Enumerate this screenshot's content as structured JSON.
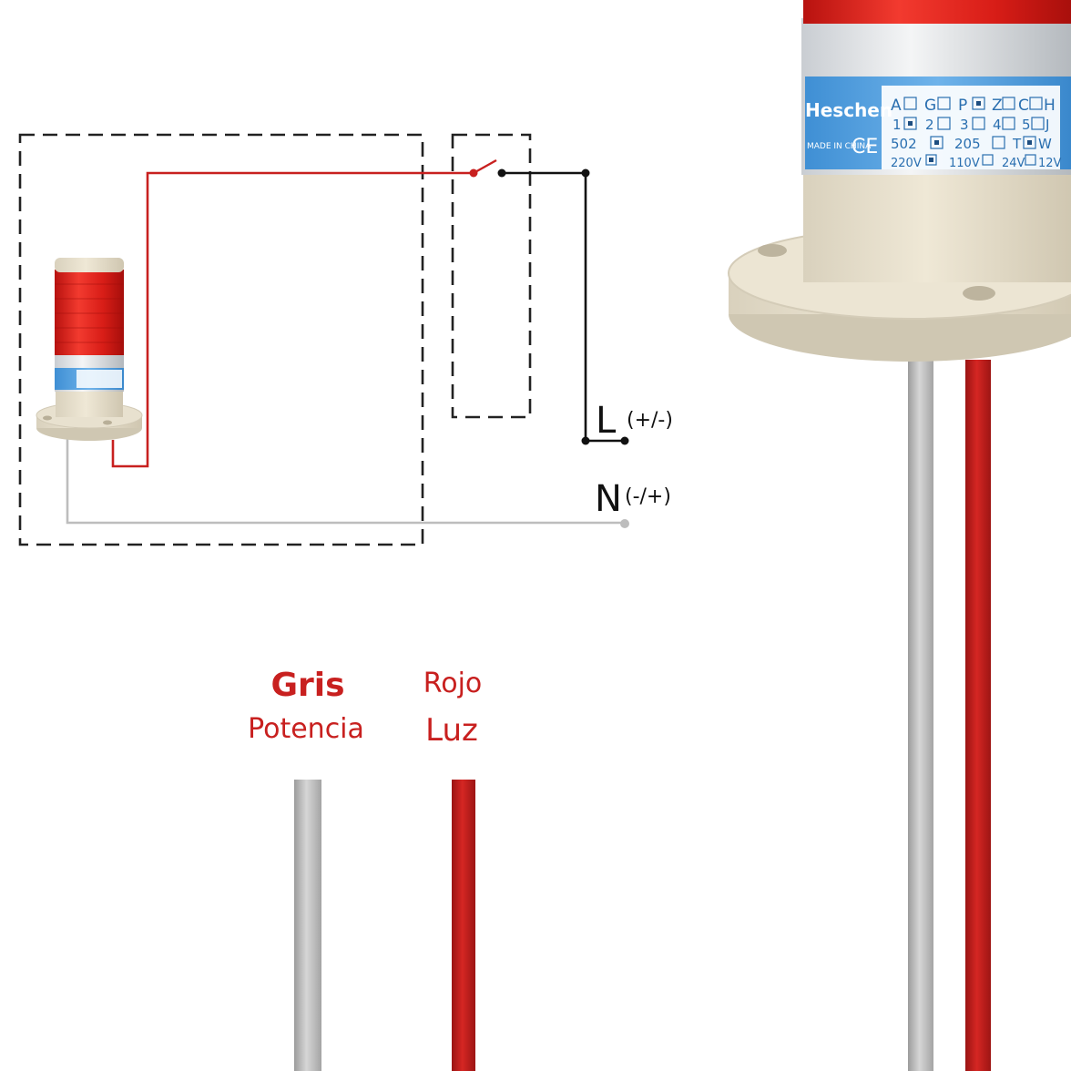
{
  "terminals": {
    "line": {
      "letter": "L",
      "polarity": "(+/-)"
    },
    "neutral": {
      "letter": "N",
      "polarity": "(-/+)"
    }
  },
  "wires": {
    "gray": {
      "color_name": "Gris",
      "function": "Potencia",
      "color": "#b9b9b9"
    },
    "red": {
      "color_name": "Rojo",
      "function": "Luz",
      "color": "#c8201f"
    }
  },
  "label_color": "#c8201f",
  "product": {
    "brand": "Heschen",
    "origin": "MADE IN CHINA",
    "ce_mark": "CE",
    "spec_row_1": [
      "A",
      "G",
      "P",
      "Z",
      "C",
      "H"
    ],
    "spec_row_2": [
      "1",
      "2",
      "3",
      "4",
      "5",
      "J"
    ],
    "spec_row_3": [
      "502",
      "205",
      "T",
      "W"
    ],
    "spec_row_4": [
      "220V",
      "110V",
      "24V",
      "12V"
    ]
  }
}
